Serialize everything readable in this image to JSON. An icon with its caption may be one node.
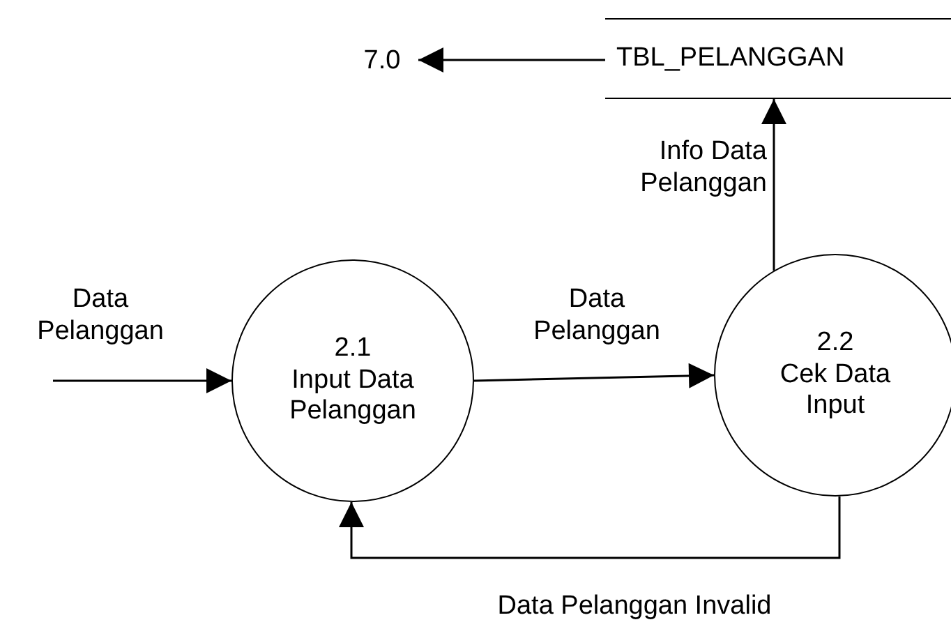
{
  "diagram": {
    "nodes": [
      {
        "text": [
          "7.0"
        ]
      },
      {
        "text": [
          "TBL_PELANGGAN"
        ]
      },
      {
        "text": [
          "2.1",
          "Input Data Pelanggan"
        ]
      },
      {
        "text": [
          "2.2",
          "Cek Data Input"
        ]
      }
    ],
    "edges": [
      {
        "from": 1,
        "to": 0,
        "arrow": "to"
      },
      {
        "from": null,
        "to": 2,
        "arrow": "to",
        "label": "Data Pelanggan"
      },
      {
        "from": 2,
        "to": 3,
        "arrow": "to",
        "label": "Data Pelanggan"
      },
      {
        "from": 3,
        "to": 1,
        "arrow": "to",
        "label": "Info Data Pelanggan"
      },
      {
        "from": 3,
        "to": 2,
        "arrow": "to",
        "label": "Data Pelanggan Invalid"
      }
    ]
  }
}
